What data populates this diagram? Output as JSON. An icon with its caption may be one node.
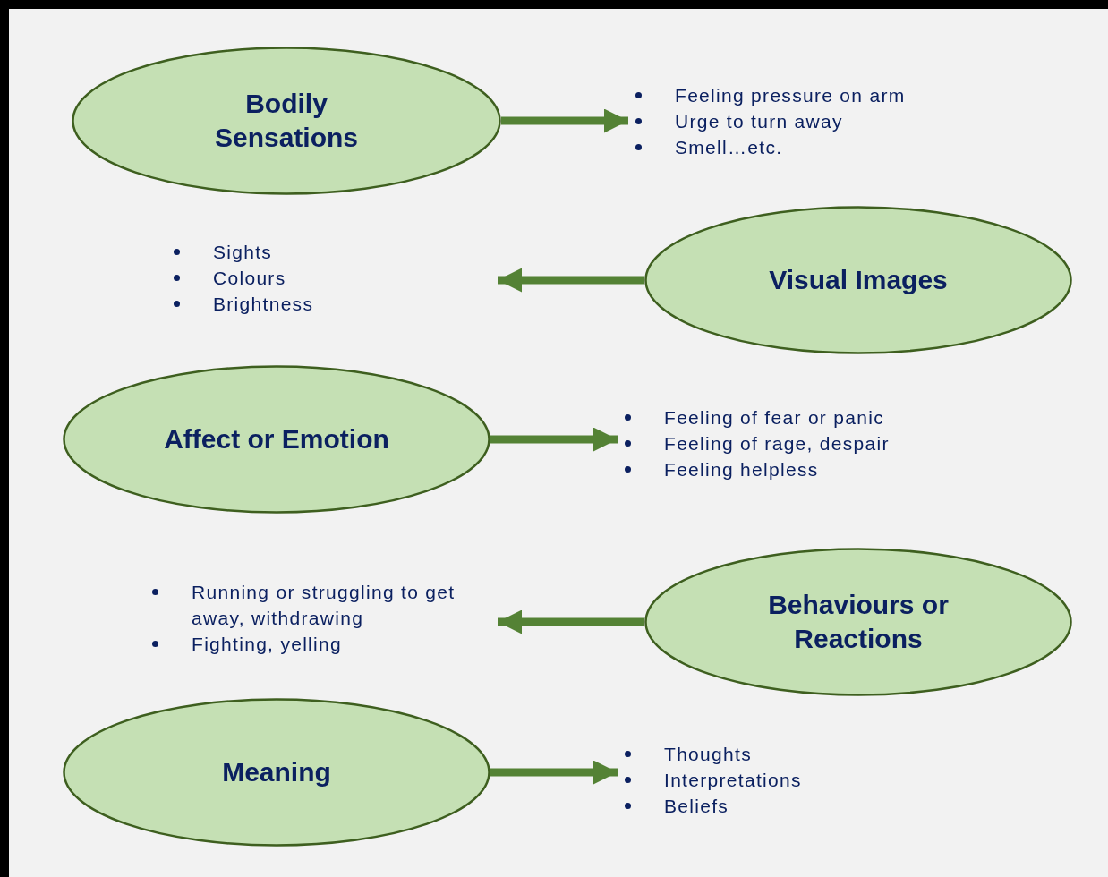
{
  "diagram": {
    "nodes": [
      {
        "text": [
          "Bodily Sensations"
        ]
      },
      {
        "text": [
          "Feeling pressure on arm",
          "Urge to turn away",
          "Smell…etc."
        ]
      },
      {
        "text": [
          "Visual Images"
        ]
      },
      {
        "text": [
          "Sights",
          "Colours",
          "Brightness"
        ]
      },
      {
        "text": [
          "Affect or Emotion"
        ]
      },
      {
        "text": [
          "Feeling of fear or panic",
          "Feeling of rage, despair",
          "Feeling helpless"
        ]
      },
      {
        "text": [
          "Behaviours or Reactions"
        ]
      },
      {
        "text": [
          "Running or struggling to get away, withdrawing",
          "Fighting, yelling"
        ]
      },
      {
        "text": [
          "Meaning"
        ]
      },
      {
        "text": [
          "Thoughts",
          "Interpretations",
          "Beliefs"
        ]
      }
    ],
    "edges": [
      {
        "from": 0,
        "to": 1,
        "arrow": "to"
      },
      {
        "from": 2,
        "to": 3,
        "arrow": "to"
      },
      {
        "from": 4,
        "to": 5,
        "arrow": "to"
      },
      {
        "from": 6,
        "to": 7,
        "arrow": "to"
      },
      {
        "from": 8,
        "to": 9,
        "arrow": "to"
      }
    ]
  }
}
